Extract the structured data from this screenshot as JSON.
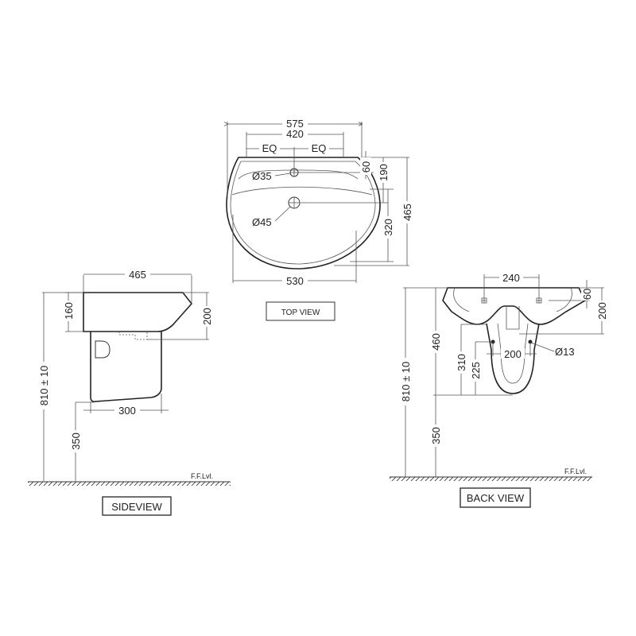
{
  "drawing": {
    "top_view": {
      "title": "TOP VIEW",
      "dims": {
        "overall_width": "575",
        "tap_span": "420",
        "eq_left": "EQ",
        "eq_right": "EQ",
        "bowl_width": "530",
        "overall_depth": "465",
        "tap_hole_offset": "60",
        "waste_offset": "190",
        "bowl_depth": "320",
        "tap_hole_dia": "Ø35",
        "waste_dia": "Ø45"
      }
    },
    "side_view": {
      "title": "SIDEVIEW",
      "dims": {
        "depth": "465",
        "basin_height": "160",
        "overall_height": "200",
        "pedestal_depth": "300",
        "install_height": "810 ± 10",
        "pedestal_height": "350"
      },
      "floor_label": "F.F.Lvl."
    },
    "back_view": {
      "title": "BACK VIEW",
      "dims": {
        "fixing_span": "240",
        "fixing_offset": "60",
        "overall_height": "200",
        "pedestal_height_460": "460",
        "pedestal_fix_310": "310",
        "pedestal_fix_225": "225",
        "pedestal_fix_span": "200",
        "fix_hole_dia": "Ø13",
        "install_height": "810 ± 10",
        "floor_to_pedestal": "350"
      },
      "floor_label": "F.F.Lvl."
    }
  }
}
